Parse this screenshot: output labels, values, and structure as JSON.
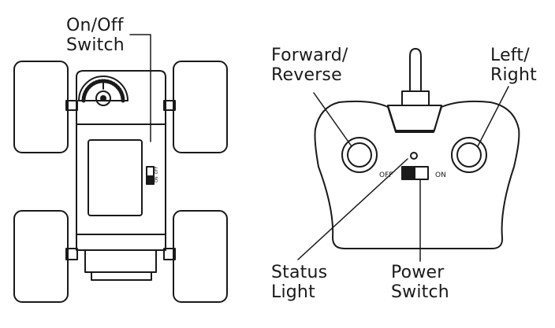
{
  "car": {
    "switch_label": [
      "On/Off",
      "Switch"
    ],
    "switch_marks": {
      "on": "ON",
      "off": "OFF"
    }
  },
  "remote": {
    "forward_label": [
      "Forward/",
      "Reverse"
    ],
    "steer_label": [
      "Left/",
      "Right"
    ],
    "status_label": [
      "Status",
      "Light"
    ],
    "power_label": [
      "Power",
      "Switch"
    ],
    "off_text": "OFF",
    "on_text": "ON"
  },
  "colors": {
    "ink": "#1a1a1a",
    "background": "#ffffff"
  }
}
